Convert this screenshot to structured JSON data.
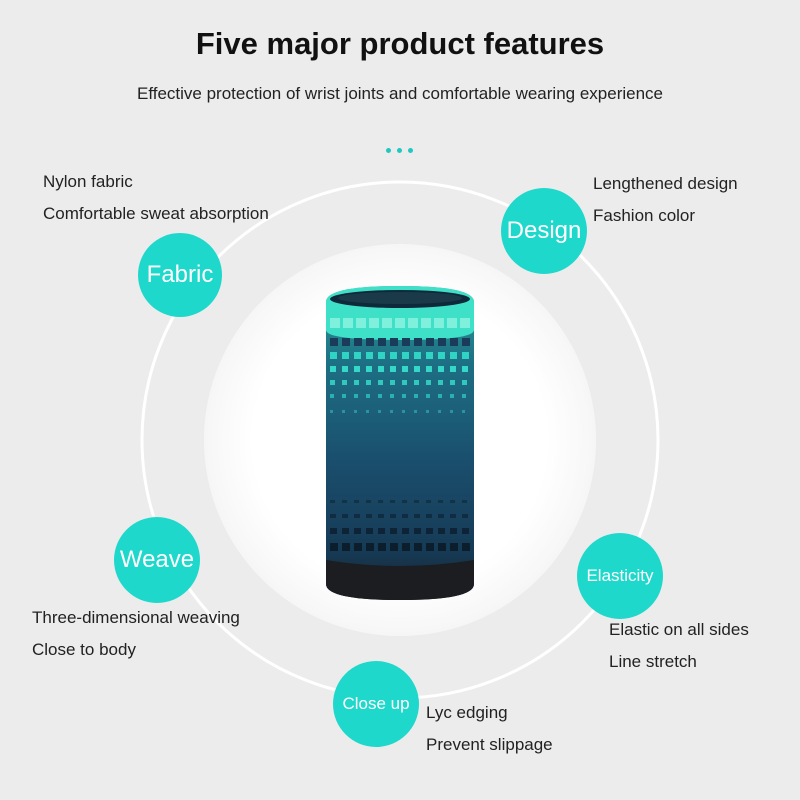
{
  "header": {
    "title": "Five major product features",
    "subtitle": "Effective protection of wrist joints and comfortable wearing experience"
  },
  "colors": {
    "accent": "#1fd8cc",
    "background": "#ececec",
    "product_dark": "#163c5a",
    "product_band": "#3fe0c8"
  },
  "product": {
    "name_icon": "wristband-image"
  },
  "features": {
    "fabric": {
      "badge": "Fabric",
      "lines": [
        "Nylon fabric",
        "Comfortable sweat absorption"
      ]
    },
    "design": {
      "badge": "Design",
      "lines": [
        "Lengthened design",
        "Fashion color"
      ]
    },
    "weave": {
      "badge": "Weave",
      "lines": [
        "Three-dimensional weaving",
        "Close to body"
      ]
    },
    "elasticity": {
      "badge": "Elasticity",
      "lines": [
        "Elastic on all sides",
        "Line stretch"
      ]
    },
    "close_up": {
      "badge": "Close up",
      "lines": [
        "Lyc edging",
        "Prevent slippage"
      ]
    }
  }
}
